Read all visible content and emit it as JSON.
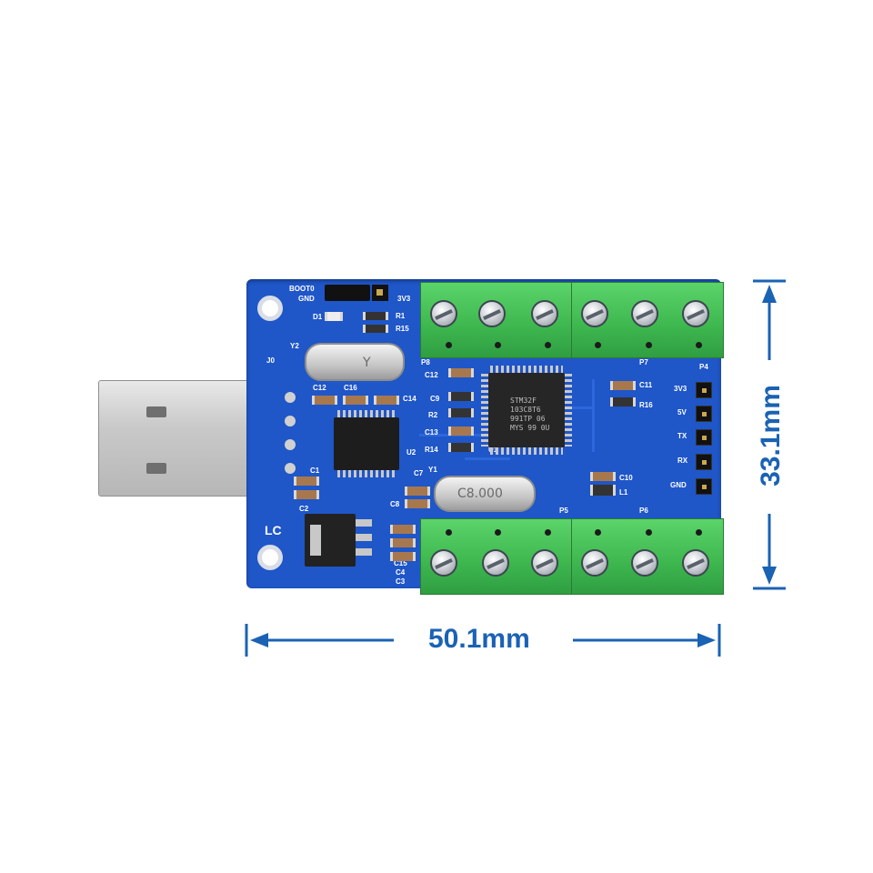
{
  "dimensions": {
    "width_label": "50.1mm",
    "height_label": "33.1mm"
  },
  "silkscreen": {
    "boot": "BOOT0",
    "gnd_top": "GND",
    "v33_top": "3V3",
    "d1": "D1",
    "r1": "R1",
    "r15": "R15",
    "y2": "Y2",
    "j0": "J0",
    "c12": "C12",
    "c16": "C16",
    "c14": "C14",
    "u2": "U2",
    "c1": "C1",
    "c2": "C2",
    "lc": "LC",
    "c15": "C15",
    "c4": "C4",
    "c3": "C3",
    "p8": "P8",
    "p7": "P7",
    "p5": "P5",
    "p6": "P6",
    "p4": "P4",
    "c12b": "C12",
    "c9": "C9",
    "r2": "R2",
    "c13": "C13",
    "r14": "R14",
    "u1": "U1",
    "c7": "C7",
    "y1": "Y1",
    "c8": "C8",
    "c11": "C11",
    "r16": "R16",
    "c10": "C10",
    "l1": "L1",
    "hdr_3v3": "3V3",
    "hdr_5v": "5V",
    "hdr_tx": "TX",
    "hdr_rx": "RX",
    "hdr_gnd": "GND"
  },
  "mcu_marking": [
    "STM32F",
    "103C8T6",
    "991TP 06",
    "MYS 99 0U"
  ],
  "crystal_y1": "C8.000",
  "crystal_y2": "Y",
  "colors": {
    "pcb": "#1f56c8",
    "dimension": "#1a62b4",
    "terminal": "#3fb950"
  }
}
